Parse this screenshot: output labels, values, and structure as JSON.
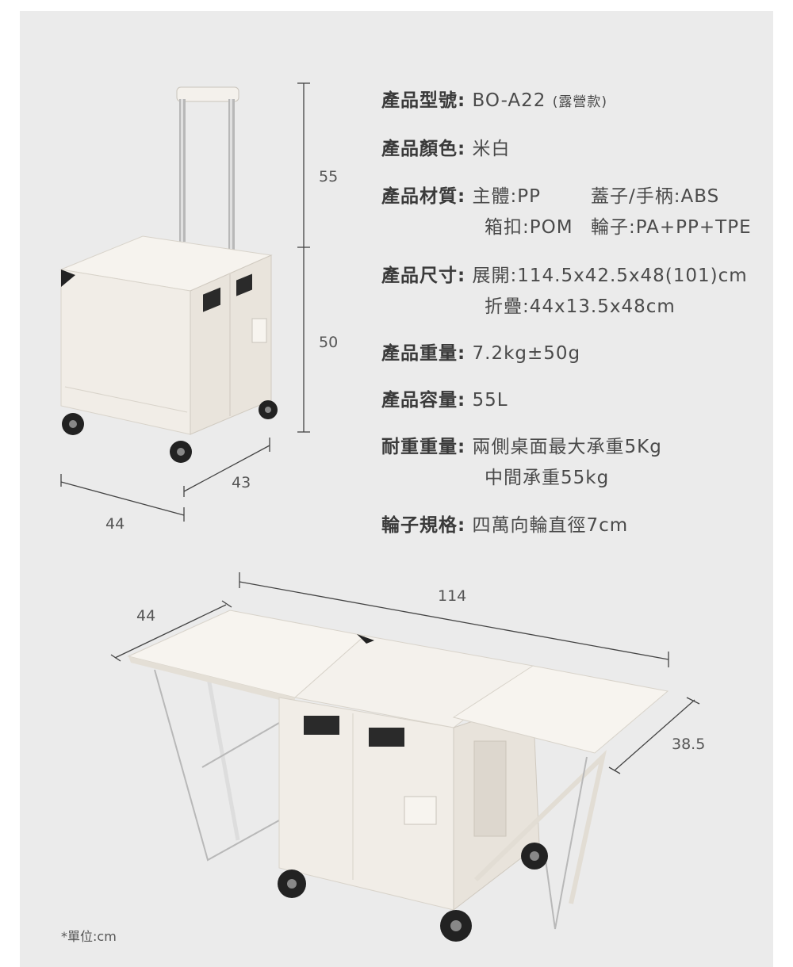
{
  "specs": {
    "model": {
      "label": "產品型號:",
      "value": "BO-A22",
      "note": "(露營款)"
    },
    "color": {
      "label": "產品顏色:",
      "value": "米白"
    },
    "material": {
      "label": "產品材質:",
      "line1_a": "主體:PP",
      "line1_b": "蓋子/手柄:ABS",
      "line2_a": "箱扣:POM",
      "line2_b": "輪子:PA+PP+TPE"
    },
    "size": {
      "label": "產品尺寸:",
      "line1": "展開:114.5x42.5x48(101)cm",
      "line2": "折疊:44x13.5x48cm"
    },
    "weight": {
      "label": "產品重量:",
      "value": "7.2kg±50g"
    },
    "capacity": {
      "label": "產品容量:",
      "value": "55L"
    },
    "load": {
      "label": "耐重重量:",
      "line1": "兩側桌面最大承重5Kg",
      "line2": "中間承重55kg"
    },
    "wheels": {
      "label": "輪子規格:",
      "value": "四萬向輪直徑7cm"
    }
  },
  "dimensions": {
    "handle_height": "55",
    "box_height": "50",
    "depth": "43",
    "width": "44",
    "open_length": "114",
    "open_width": "44",
    "table_depth": "38.5"
  },
  "unit_note": "*單位:cm"
}
